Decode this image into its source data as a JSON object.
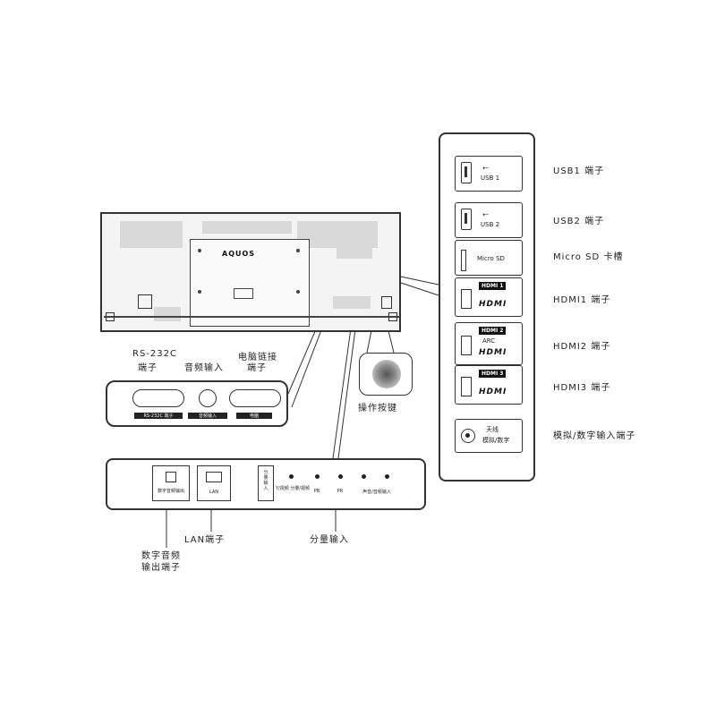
{
  "tv": {
    "brand": "AQUOS"
  },
  "right_panel": {
    "usb1": {
      "icon": "usb-icon",
      "text": "USB 1"
    },
    "usb2": {
      "icon": "usb-icon",
      "text": "USB 2"
    },
    "microsd": {
      "text": "Micro SD"
    },
    "hdmi1": {
      "badge": "HDMI 1",
      "logo": "HDMI"
    },
    "hdmi2": {
      "badge": "HDMI 2",
      "sub": "ARC",
      "logo": "HDMI"
    },
    "hdmi3": {
      "badge": "HDMI 3",
      "logo": "HDMI"
    },
    "antenna": {
      "line1": "天线",
      "line2": "模拟/数字"
    }
  },
  "labels": {
    "usb1": "USB1 端子",
    "usb2": "USB2 端子",
    "microsd": "Micro SD 卡槽",
    "hdmi1": "HDMI1 端子",
    "hdmi2": "HDMI2 端子",
    "hdmi3": "HDMI3 端子",
    "antenna": "模拟/数字输入端子",
    "rs232c_line1": "RS-232C",
    "rs232c_line2": "端子",
    "audio_in": "音频输入",
    "pc_line1": "电脑链接",
    "pc_line2": "端子",
    "operation_button": "操作按键",
    "lan": "LAN端子",
    "component": "分量输入",
    "digital_audio_line1": "数字音频",
    "digital_audio_line2": "输出端子"
  },
  "left_panel": {
    "rs232c_tag": "RS-232C 端子",
    "audio_tag": "音频输入",
    "pc_tag": "电脑"
  },
  "bottom_panel": {
    "optical": "数字音频输出",
    "lan": "LAN",
    "vertical": "分量输入",
    "jack1": "Y/视频 分量/视频",
    "jack2": "PB",
    "jack3": "PR",
    "jack4": "",
    "jack5": "声音/音频输入"
  }
}
